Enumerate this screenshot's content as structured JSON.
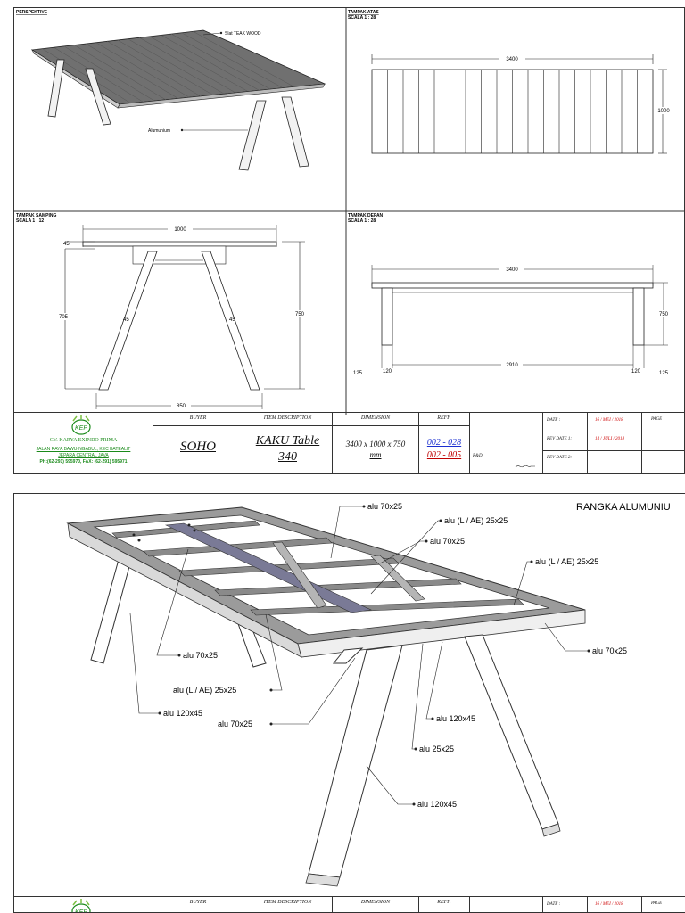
{
  "sheet1": {
    "perspective": {
      "title": "PERSPEKTIVE",
      "label_slat": "Slat TEAK WOOD",
      "label_alu": "Alumunium"
    },
    "top_view": {
      "title": "TAMPAK ATAS",
      "scale": "SCALA 1 : 28",
      "dim_length": "3400",
      "dim_width": "1000",
      "slat_count": 18
    },
    "side_view": {
      "title": "TAMPAK SAMPING",
      "scale": "SCALA 1 : 12",
      "dim_top": "1000",
      "dim_thickness": "45",
      "dim_leg_height": "705",
      "dim_height": "750",
      "dim_leg_left": "45",
      "dim_leg_right": "45",
      "dim_bottom": "850"
    },
    "front_view": {
      "title": "TAMPAK DEPAN",
      "scale": "SCALA 1 : 28",
      "dim_length": "3400",
      "dim_height": "750",
      "dim_inner": "2910",
      "dim_left_out": "125",
      "dim_left_in": "120",
      "dim_right_in": "120",
      "dim_right_out": "125"
    }
  },
  "sheet2": {
    "title": "RANGKA ALUMUNIU",
    "callouts": [
      "alu 70x25",
      "alu (L / AE) 25x25",
      "alu 70x25",
      "alu (L / AE) 25x25",
      "alu 70x25",
      "alu 70x25",
      "alu (L / AE) 25x25",
      "alu 120x45",
      "alu 70x25",
      "alu 120x45",
      "alu 25x25",
      "alu 120x45"
    ]
  },
  "titleblock": {
    "company": "CV. KARYA EXINDO PRIMA",
    "address1": "JALAN RAYA BAWU-NGABUL, KEC BATEALIT",
    "address2": "JEPARA CENTRAL JAVA",
    "phone": "PH:(62-291) 595970, FAX: (62-291) 595971",
    "logo_text": "KEP",
    "buyer_label": "BUYER",
    "buyer": "SOHO",
    "item_label": "ITEM DESCRIPTION",
    "item_line1": "KAKU Table",
    "item_line2": "340",
    "dim_label": "DIMENSION",
    "dim_line1": "3400 x 1000 x 750",
    "dim_line2": "mm",
    "reff_label": "REFF.",
    "reff1": "002 - 028",
    "reff2": "002 - 005",
    "rnd_label": "R&D:",
    "date_label": "DATE :",
    "date_value": "16 / MEI / 2018",
    "rev1_label": "REV DATE 1:",
    "rev1_value": "14 / JULI / 2018",
    "rev2_label": "REV DATE 2:",
    "page_label": "PAGE"
  },
  "colors": {
    "green": "#1a8a1a",
    "blue": "#1a2fd0",
    "red": "#c00000",
    "line": "#222222",
    "slat": "#6e6e6e"
  }
}
